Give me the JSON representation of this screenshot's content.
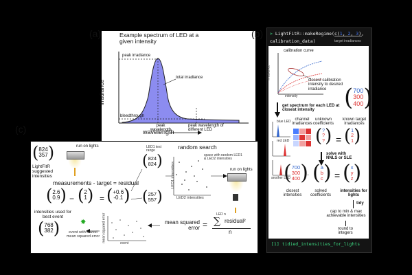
{
  "panel_a": {
    "letter": "(a)",
    "title": "Example spectrum of LED at a given intensity",
    "y_axis": "irradiance",
    "x_axis": "wavelength",
    "peak_irradiance": "peak irradiance",
    "total_irradiance": "total irradiance",
    "bleedthrough": "bleedthrough",
    "peak_wavelength": "peak wavelength",
    "peak_wavelength_other": "peak wavelength of different LED",
    "fill_color": "#8c8cf0"
  },
  "panel_b": {
    "letter": "(b)",
    "code_line1_prefix": "LightFitR::makeRegime(c(",
    "code_nums": [
      "1",
      "2",
      "3"
    ],
    "code_line1_suffix": "),",
    "code_line2": "calibration_data)",
    "target_irradiances_label": "target irradiances",
    "calibration_curve": "calibration curve",
    "irradiance_axis": "irradiance",
    "intensity_axis": "intensity",
    "closest_calibration": "closest calibration intensity to desired irradiance",
    "vec_red": [
      "700",
      "300",
      "400"
    ],
    "get_spectrum": "get spectrum for each LED at closest intensity",
    "led_labels": [
      "blue LED",
      "red LED",
      "another LED"
    ],
    "channel_irradiances": "channel irradiances",
    "unknown_coefficients": "unknown coefficients",
    "known_target": "known target irradiances",
    "solve_with": "solve with NNLS or SLE",
    "closest_intensities": "closest intensities",
    "solved_coefficients": "solved coefficients",
    "intensities_for_lights": "intensities for lights",
    "tidy": "tidy",
    "cap": "cap to min & max achievable intensities",
    "round": "round to integers",
    "vec_x": [
      "x",
      "y",
      "z"
    ],
    "vec_target": [
      "1",
      "2",
      "1"
    ],
    "vec_coef": [
      "?",
      "?",
      "?"
    ],
    "vec_ab": [
      "a",
      "b",
      "c"
    ],
    "output_prompt": "[1]",
    "output_code": "tidied_intensities_for_lights",
    "prompt": ">",
    "accent": "#3ddc84",
    "num_blue": "#4a7dff"
  },
  "panel_c": {
    "letter": "(c)",
    "vec_start": [
      "824",
      "357"
    ],
    "run_on_lights_1": "run on lights",
    "suggested": "LightFitR suggested intensities",
    "equation": "measurements - target = residual",
    "vec_meas": [
      "2.6",
      "0.9"
    ],
    "minus": "−",
    "vec_target": [
      "2",
      "1"
    ],
    "equals": "=",
    "vec_resid": [
      "+0.6",
      "-0.1"
    ],
    "random_search": "random search",
    "small_annot": "space with random LED1 & LED2 intensities",
    "led1_intensities": "LED1 intensities",
    "led2_intensities": "LED2 intensities",
    "vec_mid_top": [
      "824",
      "824"
    ],
    "vec_mid_bot": [
      "257",
      "557"
    ],
    "led_test_label": "LED1 test range",
    "run_on_lights_2": "run on lights",
    "mse_label": "mean squared error",
    "mse_eq": "=",
    "sum_symbol": "∑",
    "sum_top": "LED n",
    "residual_sq": "residual²",
    "over_n": "n",
    "best_event": "intensities used for best event",
    "vec_best": [
      "768",
      "382"
    ],
    "event_lowest": "event with lowest mean squared error",
    "event_axis": "event",
    "mse_axis": "mean squared error"
  }
}
